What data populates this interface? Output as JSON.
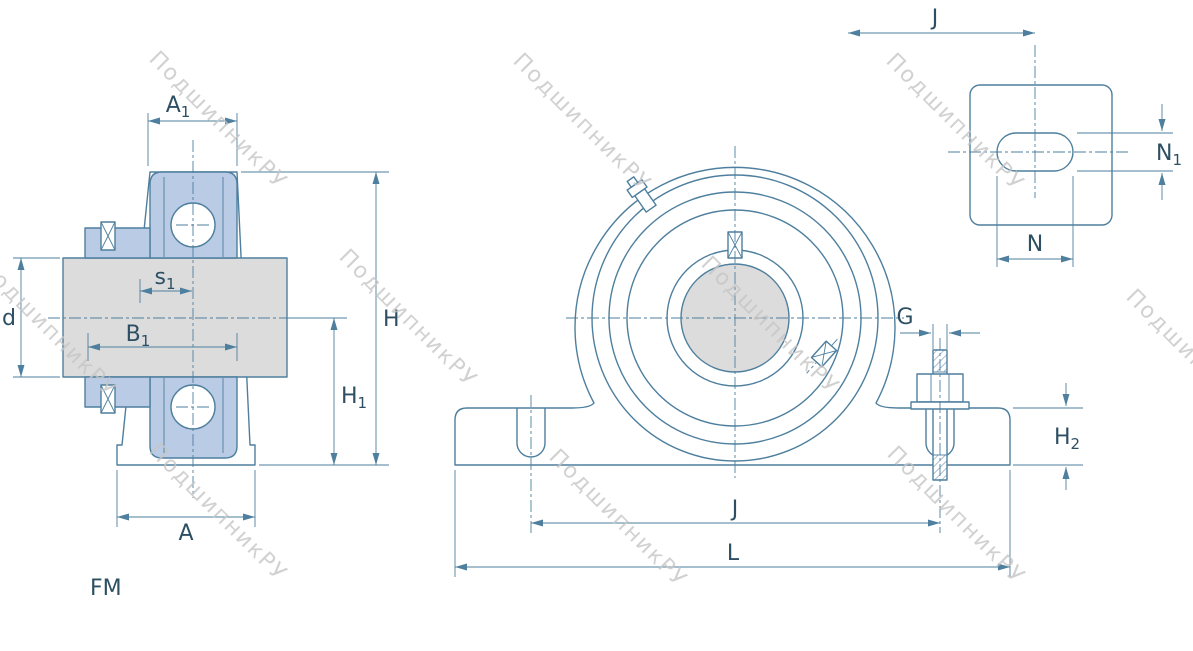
{
  "watermark": {
    "text": "ПодшипникРУ"
  },
  "caption": "FM",
  "colors": {
    "line": "#4e7f9e",
    "label": "#2d4f63",
    "fill_blue": "#b9cbe5",
    "fill_gray": "#dcdcdc",
    "watermark": "#c6c6c6",
    "background": "#ffffff"
  },
  "dims": {
    "A1": {
      "main": "A",
      "sub": "1"
    },
    "s1": {
      "main": "s",
      "sub": "1"
    },
    "B1": {
      "main": "B",
      "sub": "1"
    },
    "d": {
      "main": "d",
      "sub": ""
    },
    "H": {
      "main": "H",
      "sub": ""
    },
    "H1": {
      "main": "H",
      "sub": "1"
    },
    "A": {
      "main": "A",
      "sub": ""
    },
    "G": {
      "main": "G",
      "sub": ""
    },
    "H2": {
      "main": "H",
      "sub": "2"
    },
    "J_front": {
      "main": "J",
      "sub": ""
    },
    "L": {
      "main": "L",
      "sub": ""
    },
    "J_top": {
      "main": "J",
      "sub": ""
    },
    "N": {
      "main": "N",
      "sub": ""
    },
    "N1": {
      "main": "N",
      "sub": "1"
    }
  }
}
